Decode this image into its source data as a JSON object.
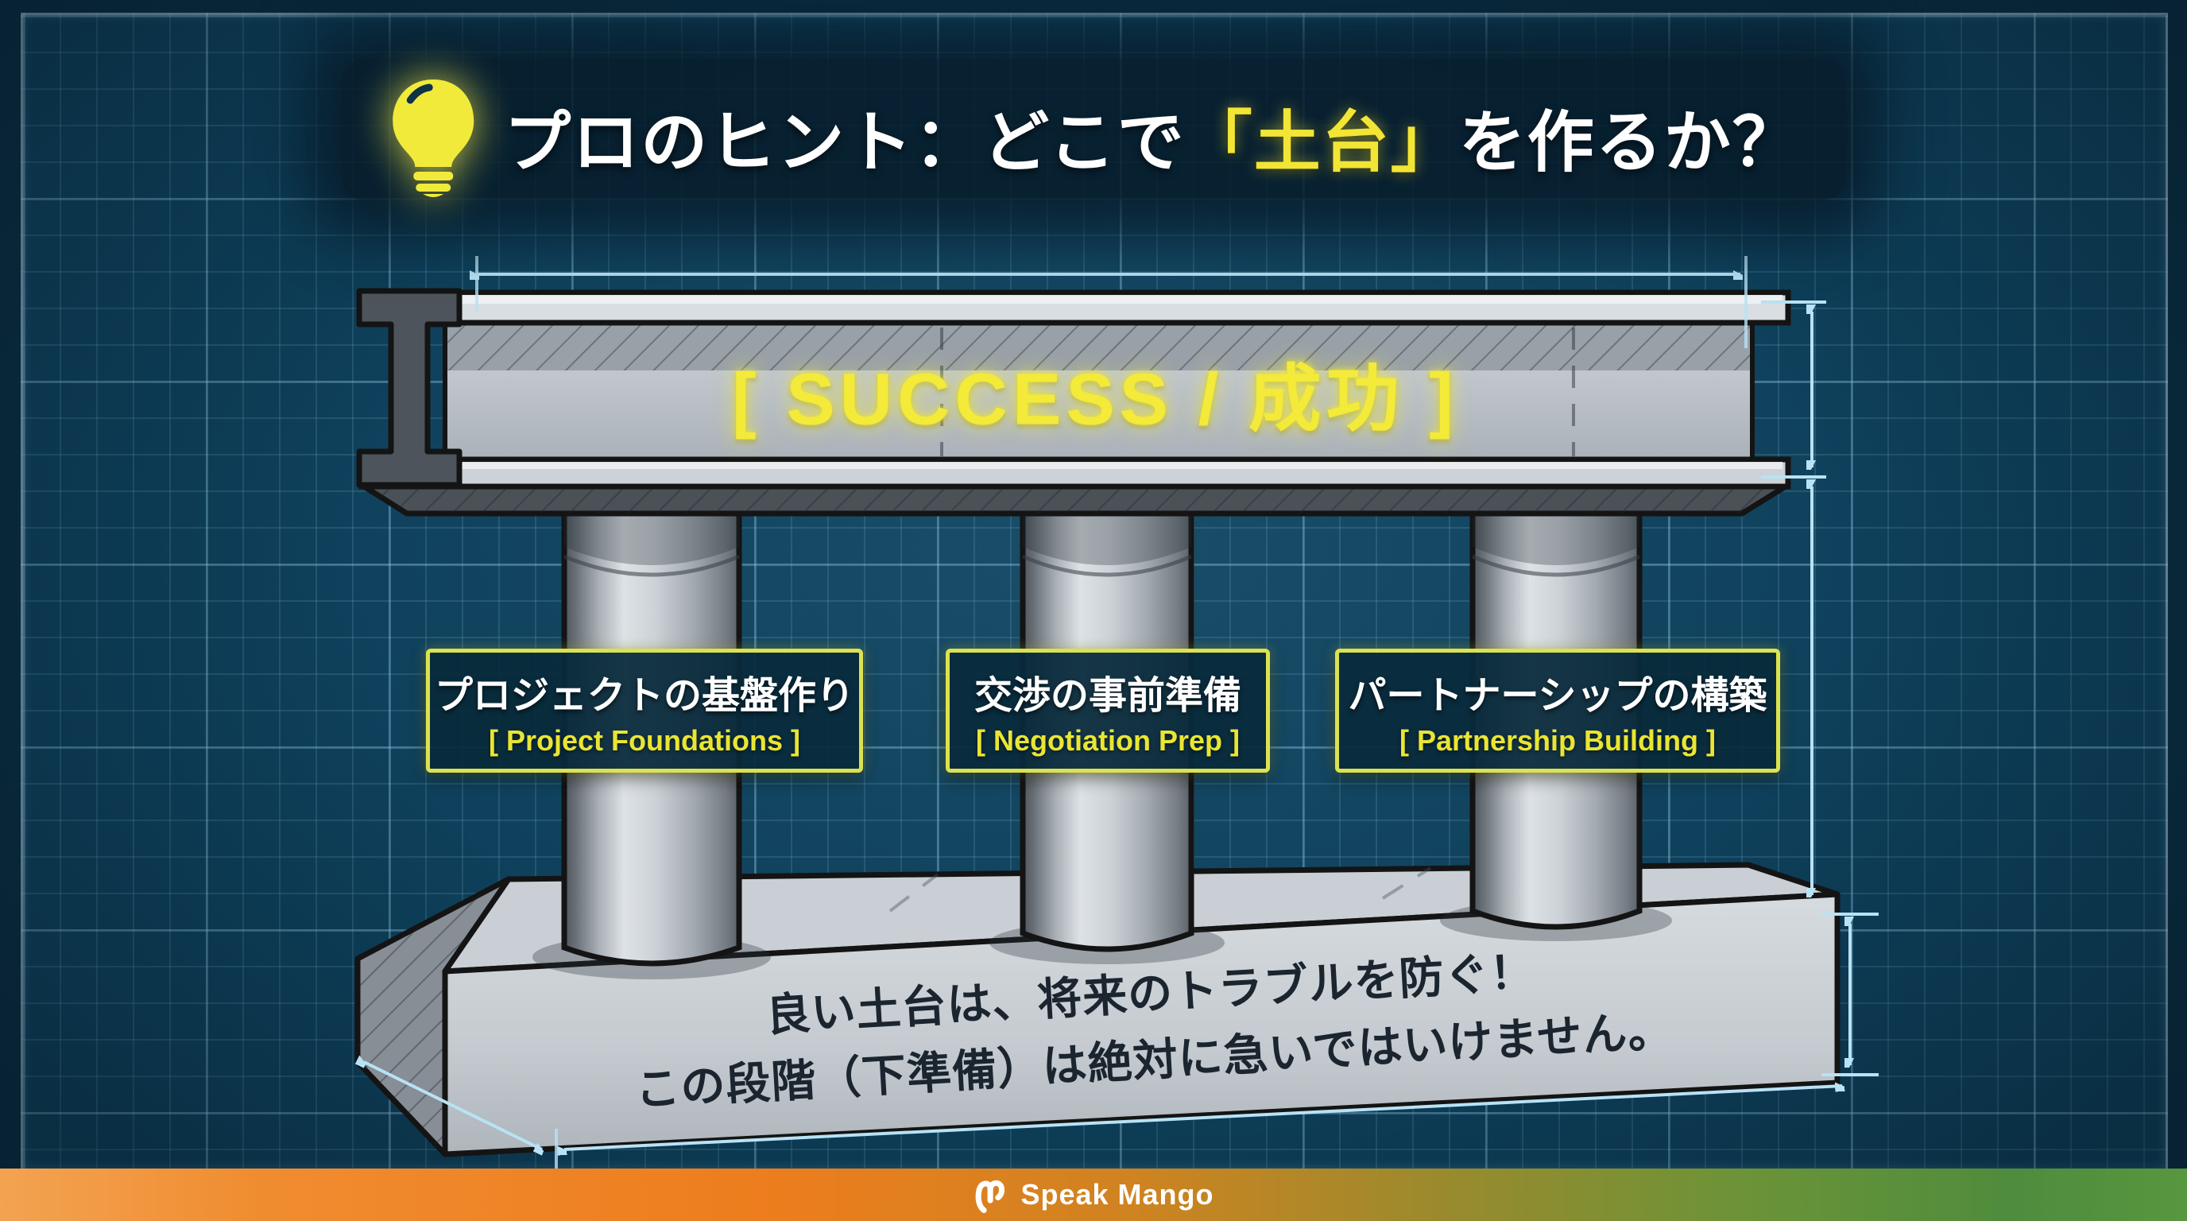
{
  "title": {
    "icon": "lightbulb-icon",
    "pre": "プロのヒント：どこで",
    "highlight": "「土台」",
    "post": "を作るか？"
  },
  "beam": {
    "label": "[ SUCCESS / 成功 ]"
  },
  "pillars": [
    {
      "jp": "プロジェクトの基盤作り",
      "en": "[ Project Foundations ]"
    },
    {
      "jp": "交渉の事前準備",
      "en": "[ Negotiation Prep ]"
    },
    {
      "jp": "パートナーシップの構築",
      "en": "[ Partnership Building ]"
    }
  ],
  "foundation": {
    "line1": "良い土台は、将来のトラブルを防ぐ！",
    "line2": "この段階（下準備）は絶対に急いではいけません。"
  },
  "footer": {
    "brand": "Speak Mango"
  },
  "colors": {
    "background": "#0e405b",
    "grid_line": "#8cc4e0",
    "accent_yellow": "#f2e535",
    "label_border": "#dce24f",
    "dimension_blue": "#b8e2f5",
    "steel_light": "#d9dee2",
    "steel_dark": "#4d545b",
    "footer_orange": "#ed7d1d",
    "footer_green": "#4f8c3d"
  }
}
